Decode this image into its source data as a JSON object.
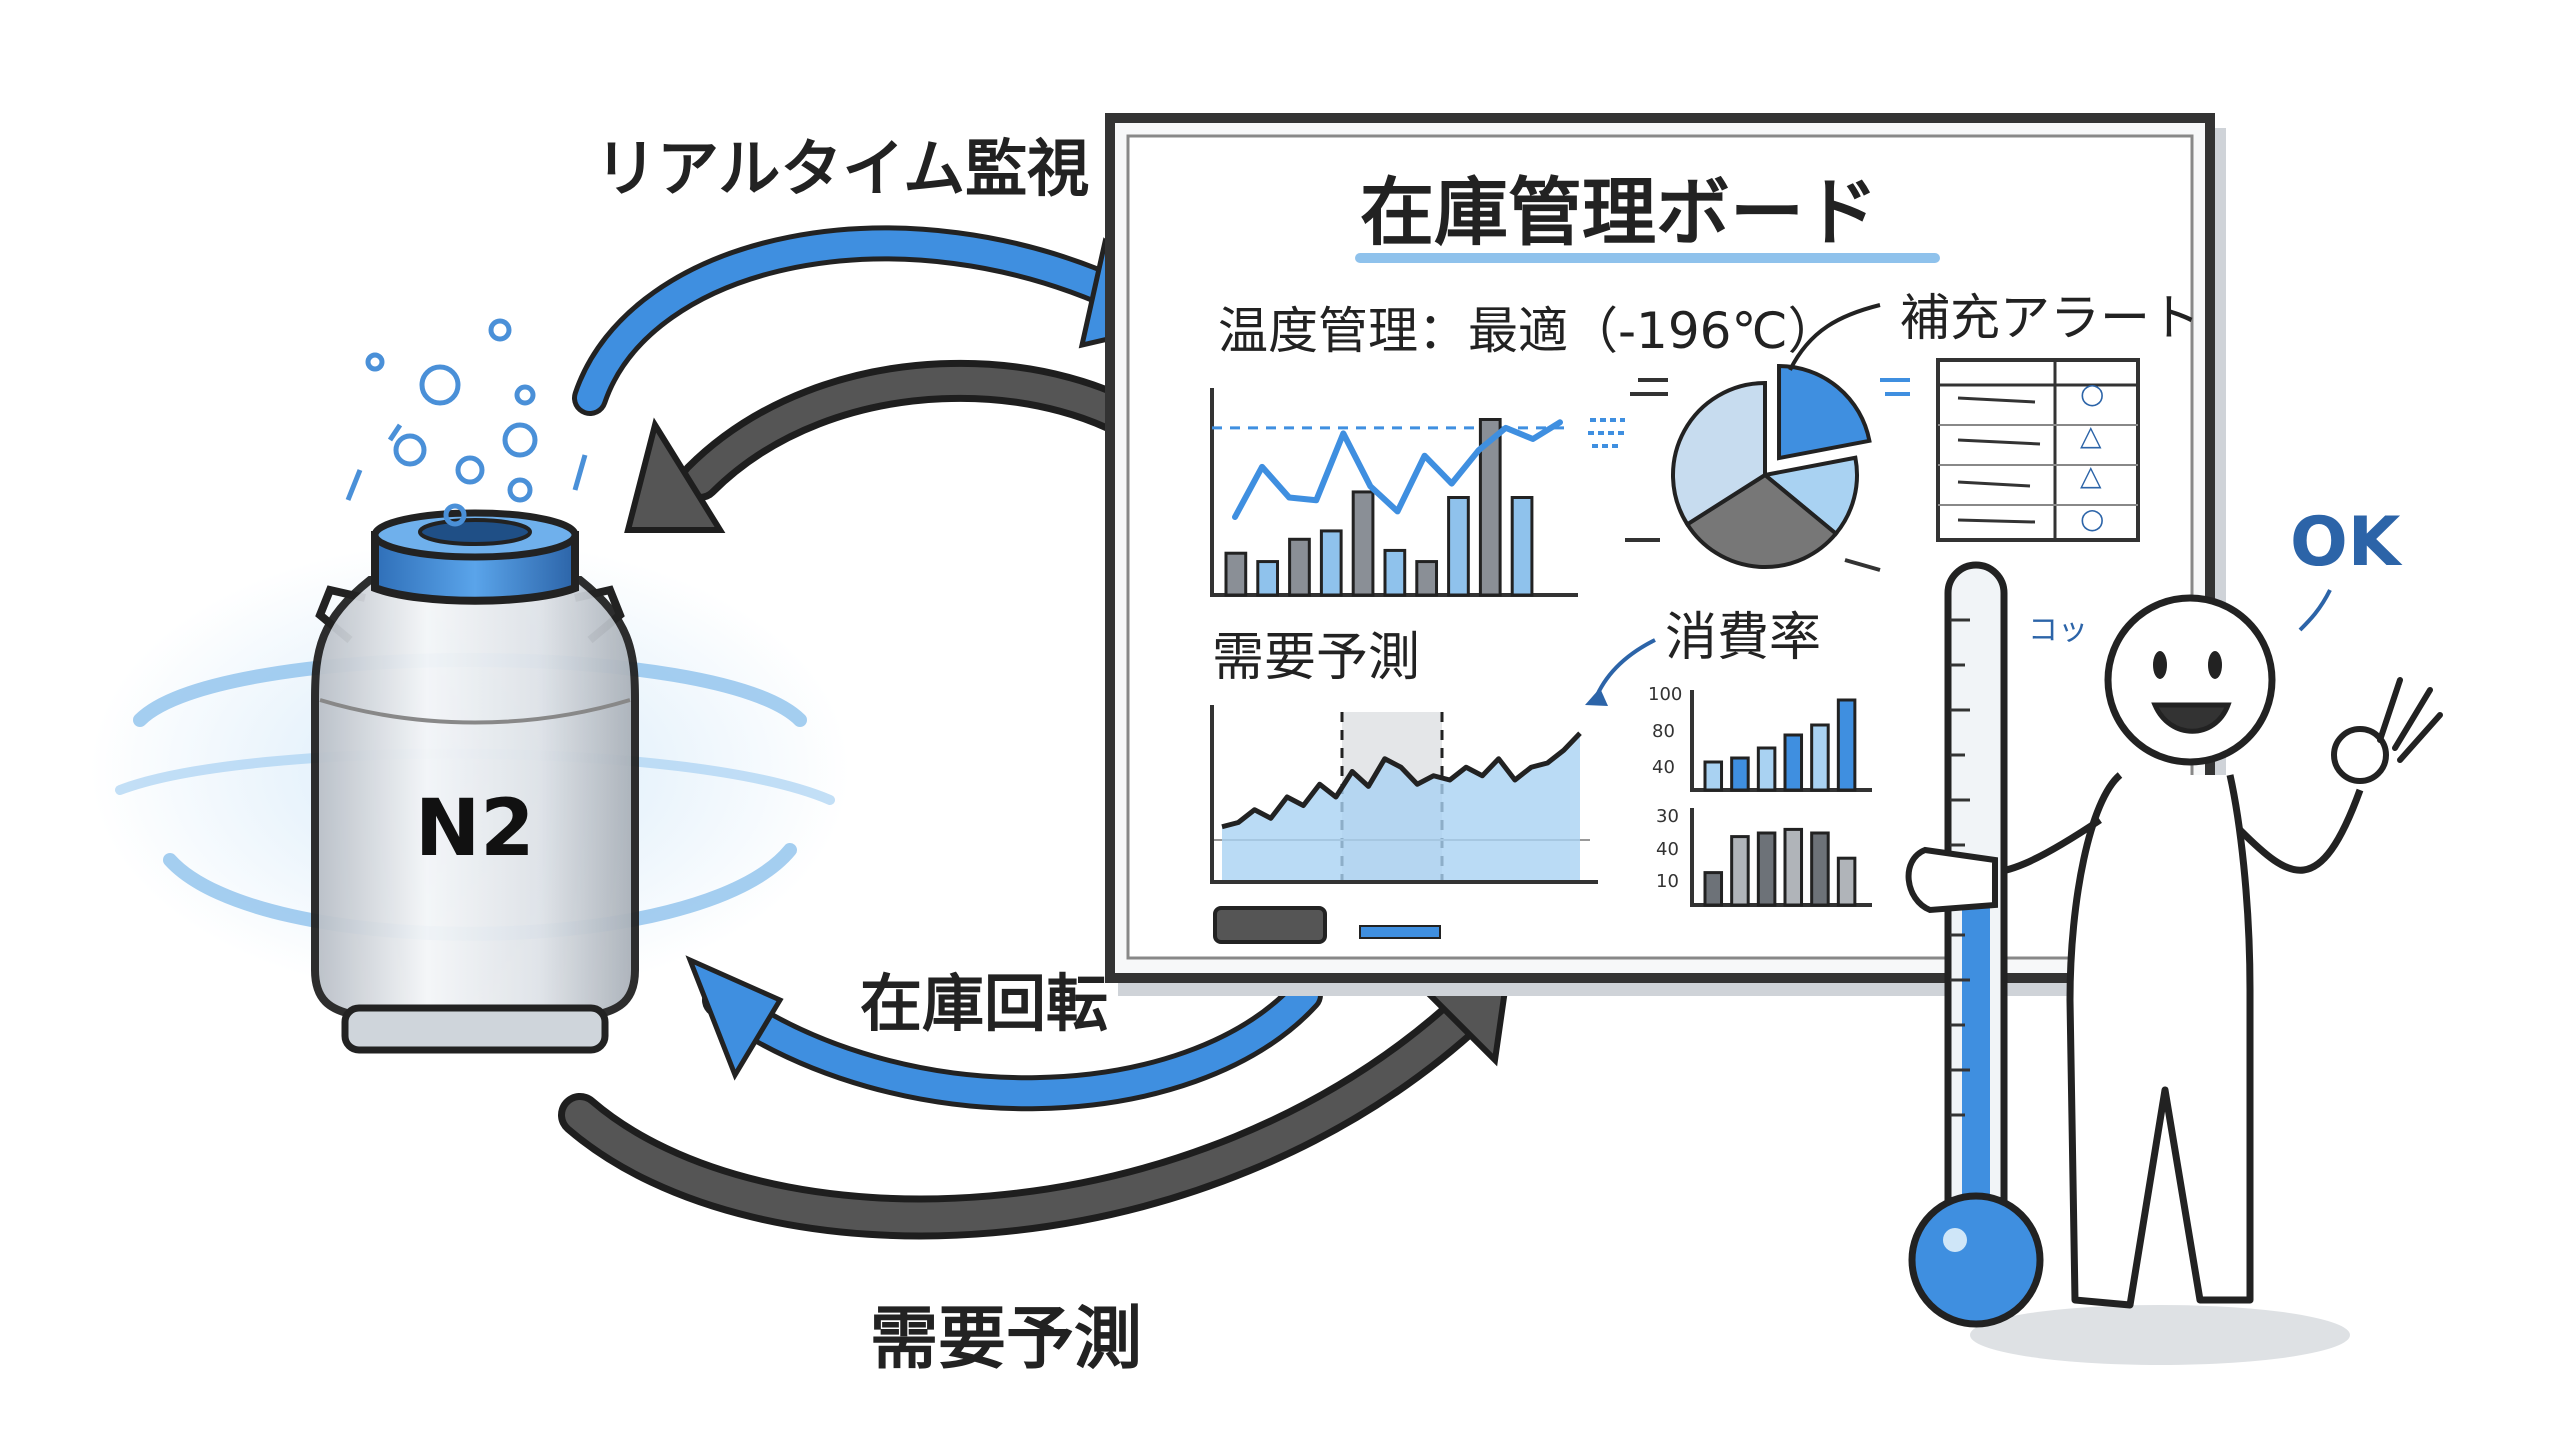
{
  "labels": {
    "realtime_monitoring": "リアルタイム監視",
    "inventory_turnover": "在庫回転",
    "demand_forecast_bottom": "需要予測"
  },
  "tank": {
    "label": "N2"
  },
  "board": {
    "title": "在庫管理ボード",
    "temperature_status": "温度管理：最適（-196℃）",
    "refill_alert": "補充アラート",
    "demand_forecast": "需要予測",
    "consumption_rate": "消費率",
    "alert_symbols": [
      "○",
      "△",
      "△",
      "○"
    ],
    "consumption_top_ticks": [
      "100",
      "80",
      "40"
    ],
    "consumption_bottom_ticks": [
      "30",
      "40",
      "10"
    ]
  },
  "person": {
    "speech": "OK",
    "cool_mark": "コッ"
  },
  "colors": {
    "accent_blue": "#3f8fe0",
    "light_blue": "#a9d2f2",
    "dark_gray": "#3a3a3a",
    "ink": "#222222"
  },
  "chart_data": [
    {
      "type": "bar",
      "values": [
        1.5,
        1.2,
        2,
        2.3,
        3.7,
        1.6,
        1.2,
        3.5,
        6.3,
        3.5
      ],
      "line_overlay": [
        2.8,
        4.6,
        3.5,
        3.4,
        5.8,
        3.9,
        3.0,
        5.0,
        4.0,
        5.2,
        6.0,
        5.6,
        6.2
      ],
      "target_line": 6,
      "ylim": [
        0,
        7
      ]
    },
    {
      "type": "pie",
      "values": [
        22,
        14,
        30,
        34
      ],
      "colors": [
        "#3f8fe0",
        "#a9d2f2",
        "#777777",
        "#c7dcef"
      ],
      "exploded": [
        0
      ]
    },
    {
      "type": "area",
      "values": [
        2.6,
        2.8,
        3.4,
        3.0,
        4.0,
        3.6,
        4.6,
        4.0,
        5.2,
        4.5,
        5.8,
        5.4,
        4.6,
        5.0,
        4.8,
        5.4,
        5.0,
        5.8,
        4.8,
        5.4,
        5.6,
        6.2,
        7.0
      ],
      "ylim": [
        0,
        8
      ]
    },
    {
      "type": "bar",
      "categories": [
        "100",
        "80",
        "40"
      ],
      "values": [
        28,
        32,
        42,
        55,
        65,
        90
      ],
      "ylim": [
        0,
        100
      ]
    },
    {
      "type": "bar",
      "categories": [
        "30",
        "40",
        "10"
      ],
      "values": [
        18,
        38,
        40,
        42,
        40,
        26
      ],
      "ylim": [
        0,
        50
      ]
    }
  ]
}
